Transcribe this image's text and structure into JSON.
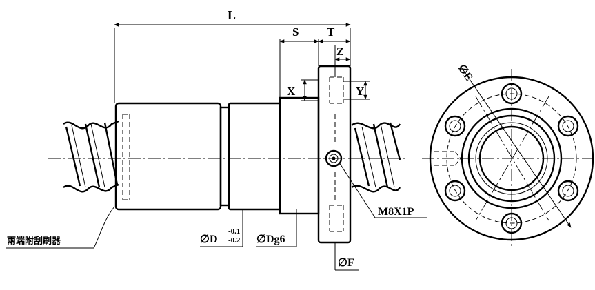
{
  "labels": {
    "L": "L",
    "S": "S",
    "T": "T",
    "Z": "Z",
    "X": "X",
    "Y": "Y",
    "E": "∅E",
    "M": "M8X1P",
    "D_main": "∅D",
    "D_sup": "-0.1",
    "D_sub": "-0.2",
    "Dg6": "∅Dg6",
    "F": "∅F",
    "wiper": "兩端附刮刷器"
  }
}
